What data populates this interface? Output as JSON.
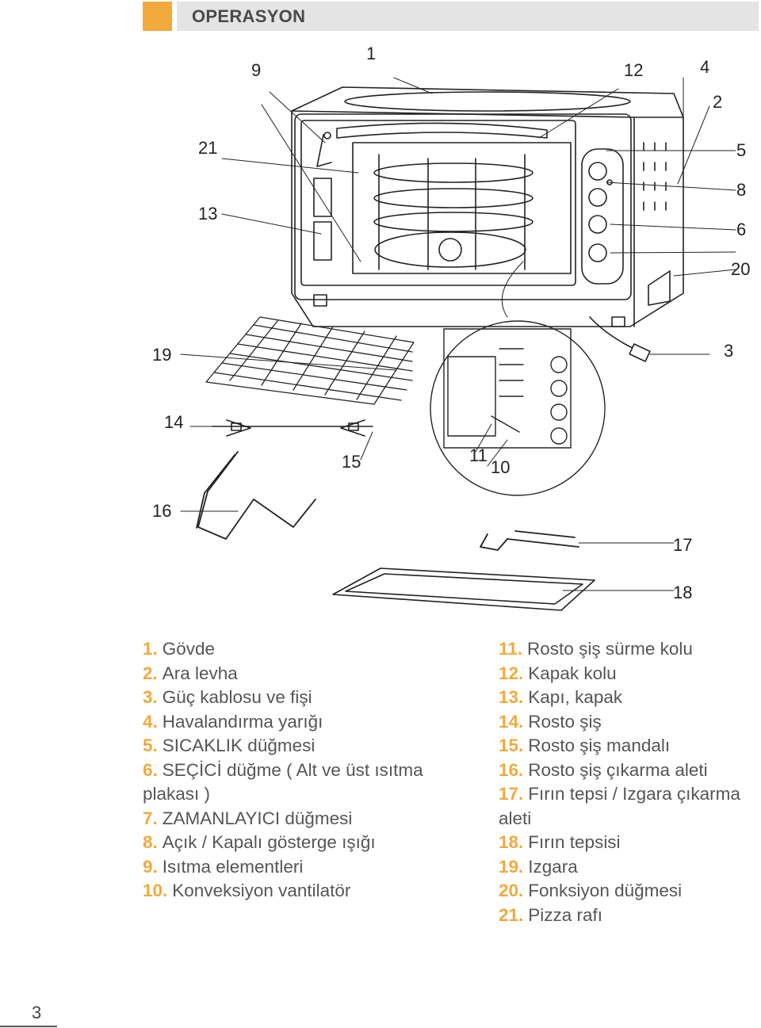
{
  "header": {
    "title": "OPERASYON"
  },
  "callouts": {
    "c1": "1",
    "c9": "9",
    "c12": "12",
    "c4": "4",
    "c2": "2",
    "c21": "21",
    "c5": "5",
    "c8": "8",
    "c13": "13",
    "c6": "6",
    "c20": "20",
    "c19": "19",
    "c3": "3",
    "c14": "14",
    "c15": "15",
    "c11": "11",
    "c10": "10",
    "c16": "16",
    "c17": "17",
    "c18": "18"
  },
  "legend_left": [
    {
      "num": "1.",
      "text": "Gövde"
    },
    {
      "num": "2.",
      "text": "Ara levha"
    },
    {
      "num": "3.",
      "text": "Güç kablosu ve fişi"
    },
    {
      "num": "4.",
      "text": "Havalandırma yarığı"
    },
    {
      "num": "5.",
      "text": "SICAKLIK düğmesi"
    },
    {
      "num": "6.",
      "text": "SEÇİCİ düğme ( Alt ve üst ısıtma plakası )"
    },
    {
      "num": "7.",
      "text": "ZAMANLAYICI düğmesi"
    },
    {
      "num": "8.",
      "text": "Açık / Kapalı gösterge ışığı"
    },
    {
      "num": "9.",
      "text": "Isıtma elementleri"
    },
    {
      "num": "10.",
      "text": "Konveksiyon vantilatör"
    }
  ],
  "legend_right": [
    {
      "num": "11.",
      "text": "Rosto şiş sürme kolu"
    },
    {
      "num": "12.",
      "text": "Kapak kolu"
    },
    {
      "num": "13.",
      "text": "Kapı, kapak"
    },
    {
      "num": "14.",
      "text": "Rosto şiş"
    },
    {
      "num": "15.",
      "text": "Rosto şiş mandalı"
    },
    {
      "num": "16.",
      "text": "Rosto şiş çıkarma aleti"
    },
    {
      "num": "17.",
      "text": "Fırın tepsi / Izgara çıkarma aleti"
    },
    {
      "num": "18.",
      "text": "Fırın tepsisi"
    },
    {
      "num": "19.",
      "text": "Izgara"
    },
    {
      "num": "20.",
      "text": "Fonksiyon düğmesi"
    },
    {
      "num": "21.",
      "text": "Pizza rafı"
    }
  ],
  "page_number": "3",
  "colors": {
    "accent": "#f2a93b",
    "header_band": "#e4e4e4",
    "line": "#222222"
  }
}
